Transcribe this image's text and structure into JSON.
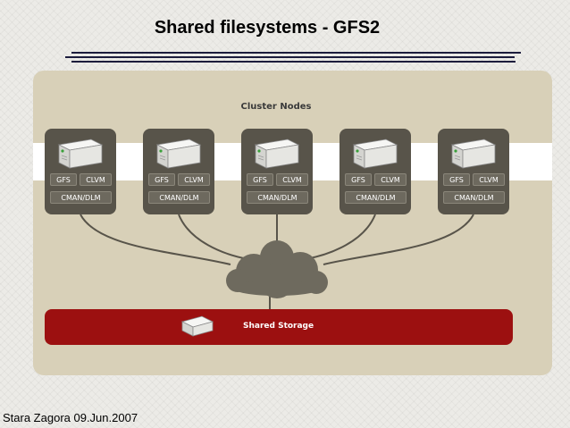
{
  "slide": {
    "title": "Shared filesystems - GFS2",
    "footer": "Stara Zagora 09.Jun.2007"
  },
  "diagram": {
    "cluster_label": "Cluster Nodes",
    "storage_label": "Shared Storage",
    "nodes": [
      {
        "gfs": "GFS",
        "clvm": "CLVM",
        "cman": "CMAN/DLM"
      },
      {
        "gfs": "GFS",
        "clvm": "CLVM",
        "cman": "CMAN/DLM"
      },
      {
        "gfs": "GFS",
        "clvm": "CLVM",
        "cman": "CMAN/DLM"
      },
      {
        "gfs": "GFS",
        "clvm": "CLVM",
        "cman": "CMAN/DLM"
      },
      {
        "gfs": "GFS",
        "clvm": "CLVM",
        "cman": "CMAN/DLM"
      }
    ],
    "colors": {
      "panel": "#d8d0b8",
      "node_box": "#58544a",
      "storage": "#9c1010",
      "cloud": "#6e6a5e",
      "rules": "#1c1c3c"
    }
  }
}
